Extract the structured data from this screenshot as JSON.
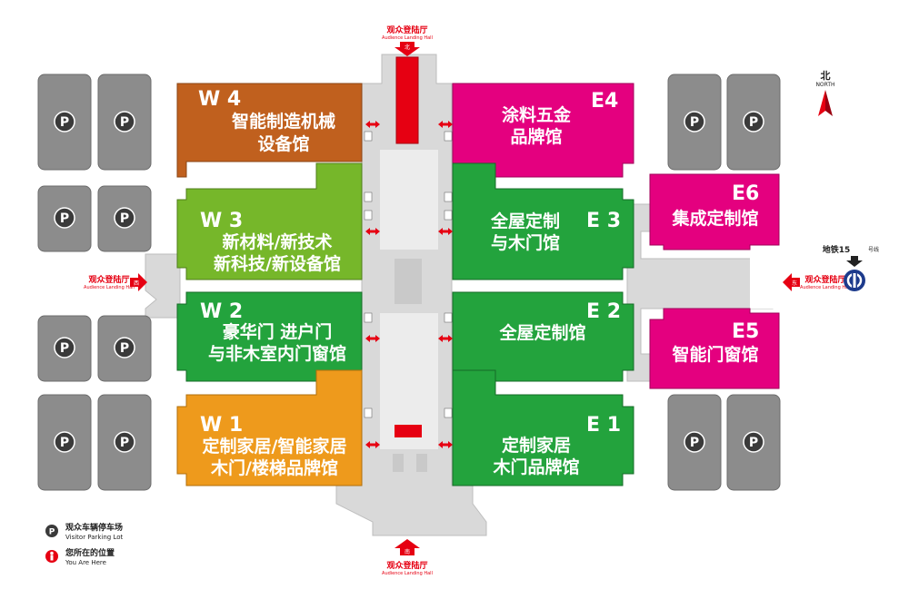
{
  "colors": {
    "w4": "#c0601e",
    "w3": "#76b72a",
    "w2": "#23a33d",
    "w1": "#ee9a1c",
    "e4": "#e4007f",
    "e3": "#23a33d",
    "e2": "#23a33d",
    "e1": "#23a33d",
    "e6": "#e4007f",
    "e5": "#e4007f",
    "corridor": "#d9d9d9",
    "parking": "#8c8c8c",
    "marker": "#e60012"
  },
  "halls": {
    "w4": {
      "id": "W 4",
      "name_lines": [
        "智能制造机械",
        "设备馆"
      ]
    },
    "w3": {
      "id": "W 3",
      "name_lines": [
        "新材料/新技术",
        "新科技/新设备馆"
      ]
    },
    "w2": {
      "id": "W 2",
      "name_lines": [
        "豪华门 进户门",
        "与非木室内门窗馆"
      ]
    },
    "w1": {
      "id": "W 1",
      "name_lines": [
        "定制家居/智能家居",
        "木门/楼梯品牌馆"
      ]
    },
    "e4": {
      "id": "E4",
      "name_lines": [
        "涂料五金",
        "品牌馆"
      ]
    },
    "e3": {
      "id": "E 3",
      "name_lines": [
        "全屋定制",
        "与木门馆"
      ]
    },
    "e2": {
      "id": "E 2",
      "name_lines": [
        "全屋定制馆"
      ]
    },
    "e1": {
      "id": "E 1",
      "name_lines": [
        "定制家居",
        "木门品牌馆"
      ]
    },
    "e6": {
      "id": "E6",
      "name_lines": [
        "集成定制馆"
      ]
    },
    "e5": {
      "id": "E5",
      "name_lines": [
        "智能门窗馆"
      ]
    }
  },
  "entrances": {
    "north": {
      "cn": "观众登陆厅",
      "en": "Audience Landing Hall",
      "badge": "北"
    },
    "south": {
      "cn": "观众登陆厅",
      "en": "Audience Landing Hall",
      "badge": "南"
    },
    "west": {
      "cn": "观众登陆厅",
      "en": "Audience Landing Hall",
      "badge": "西"
    },
    "east": {
      "cn": "观众登陆厅",
      "en": "Audience Landing Hall",
      "badge": "东"
    }
  },
  "parking": {
    "letter": "P"
  },
  "compass": {
    "cn": "北",
    "en": "NORTH"
  },
  "metro": {
    "label": "地铁15",
    "line_note": "号线"
  },
  "legend": {
    "parking": {
      "cn": "观众车辆停车场",
      "en": "Visitor Parking Lot"
    },
    "here": {
      "cn": "您所在的位置",
      "en": "You Are Here"
    }
  }
}
